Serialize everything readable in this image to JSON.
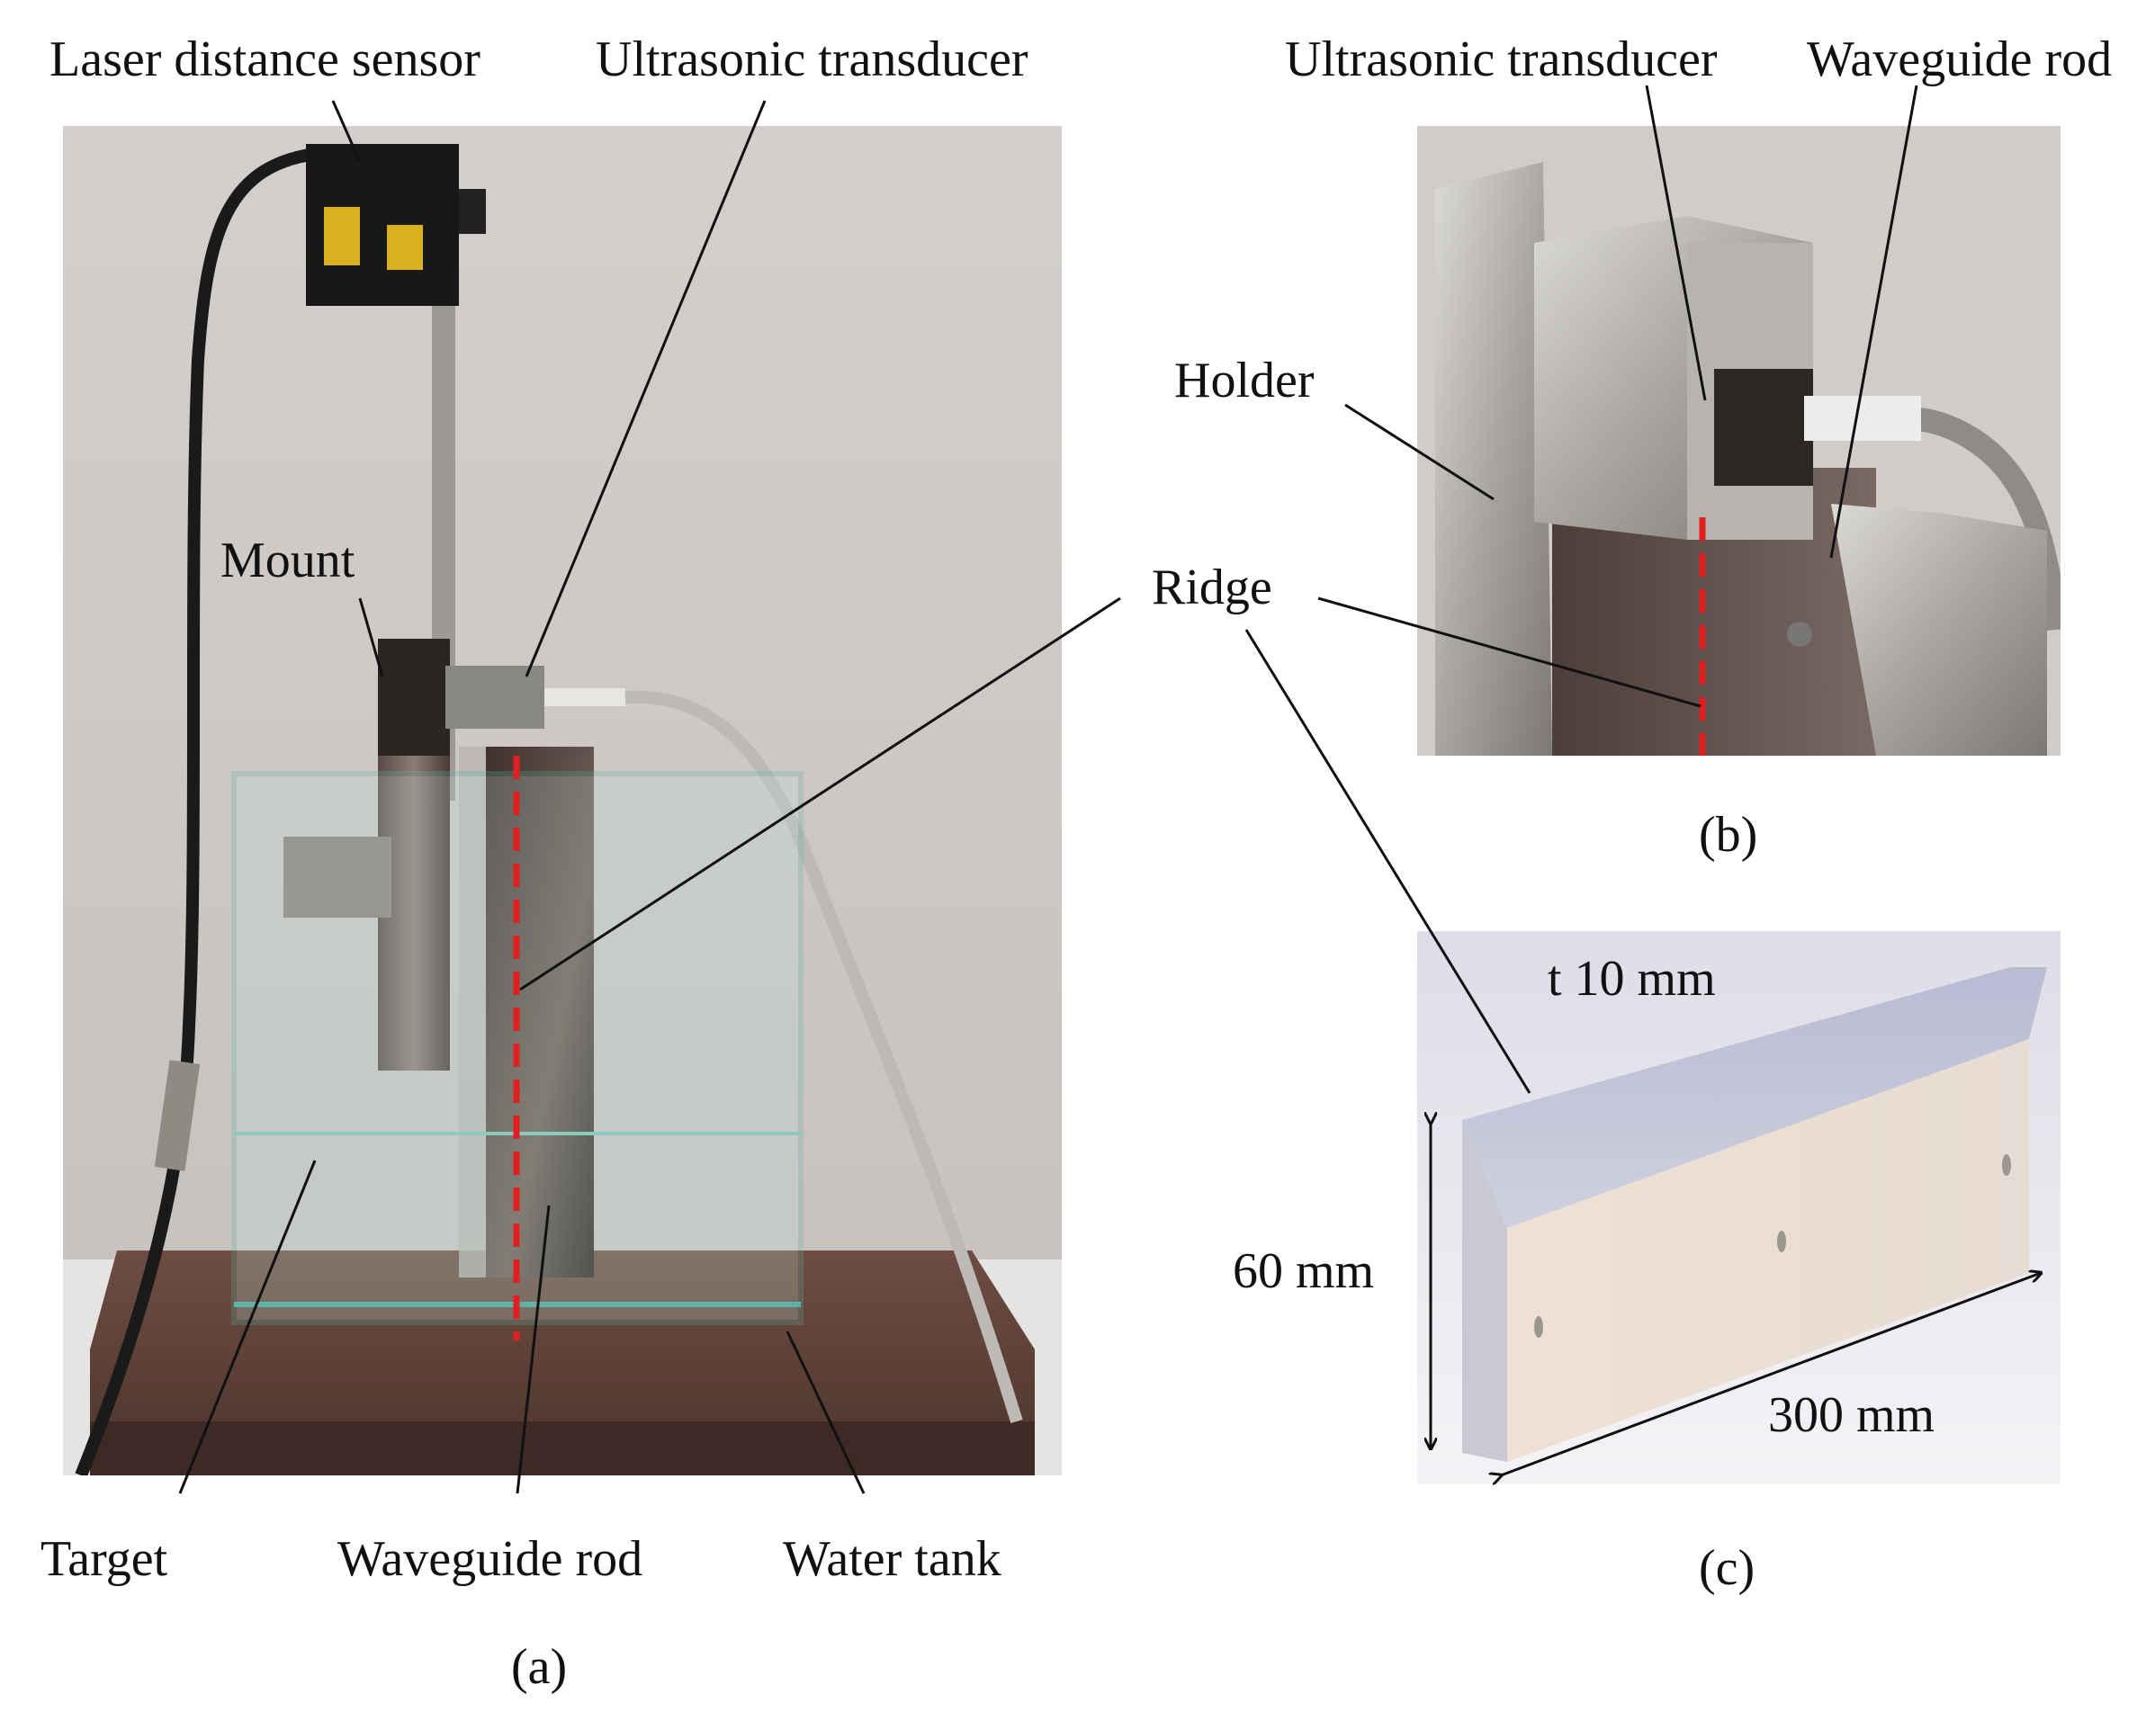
{
  "labels": {
    "laser_distance_sensor": "Laser distance sensor",
    "ultrasonic_transducer_a": "Ultrasonic transducer",
    "ultrasonic_transducer_b": "Ultrasonic transducer",
    "waveguide_rod_b": "Waveguide rod",
    "holder": "Holder",
    "mount": "Mount",
    "ridge": "Ridge",
    "thickness": "t 10 mm",
    "height": "60 mm",
    "length": "300 mm",
    "target": "Target",
    "waveguide_rod_a": "Waveguide rod",
    "water_tank": "Water tank"
  },
  "panels": {
    "a": "(a)",
    "b": "(b)",
    "c": "(c)"
  },
  "colors": {
    "ridge_marker": "#e02020",
    "leader_line": "#111111"
  }
}
